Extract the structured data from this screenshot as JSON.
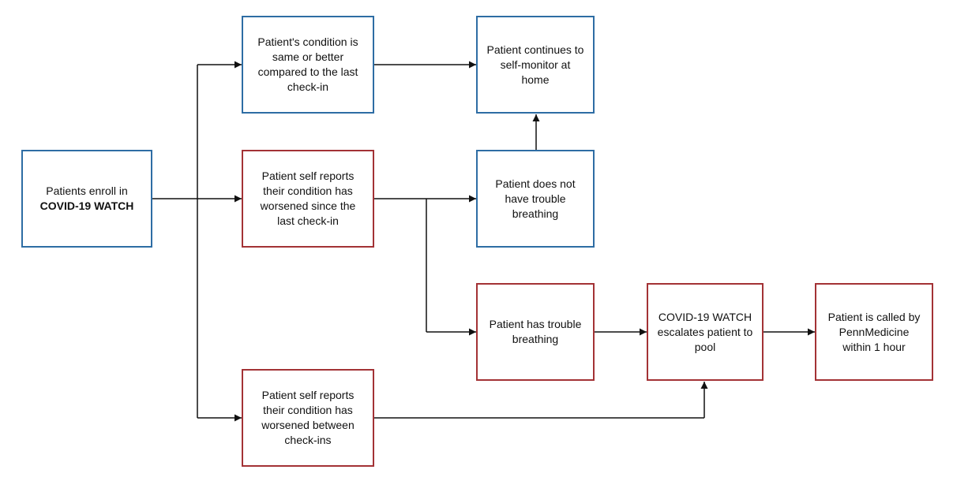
{
  "colors": {
    "blue_border": "#2e6da4",
    "red_border": "#a33235",
    "connector": "#111111"
  },
  "nodes": {
    "enroll": {
      "line1": "Patients enroll in",
      "line2": "COVID-19 WATCH"
    },
    "same_better": {
      "text": "Patient's condition is same or better compared to the last check-in"
    },
    "worsened_since": {
      "text": "Patient self reports their condition has worsened since the last check-in"
    },
    "worsened_between": {
      "text": "Patient self reports their condition has worsened between check-ins"
    },
    "continue_home": {
      "text": "Patient continues to self-monitor at home"
    },
    "no_trouble": {
      "text": "Patient does not have trouble breathing"
    },
    "trouble": {
      "text": "Patient has trouble breathing"
    },
    "escalates": {
      "text": "COVID-19 WATCH escalates patient to pool"
    },
    "called": {
      "text": "Patient is called by PennMedicine within 1 hour"
    }
  }
}
